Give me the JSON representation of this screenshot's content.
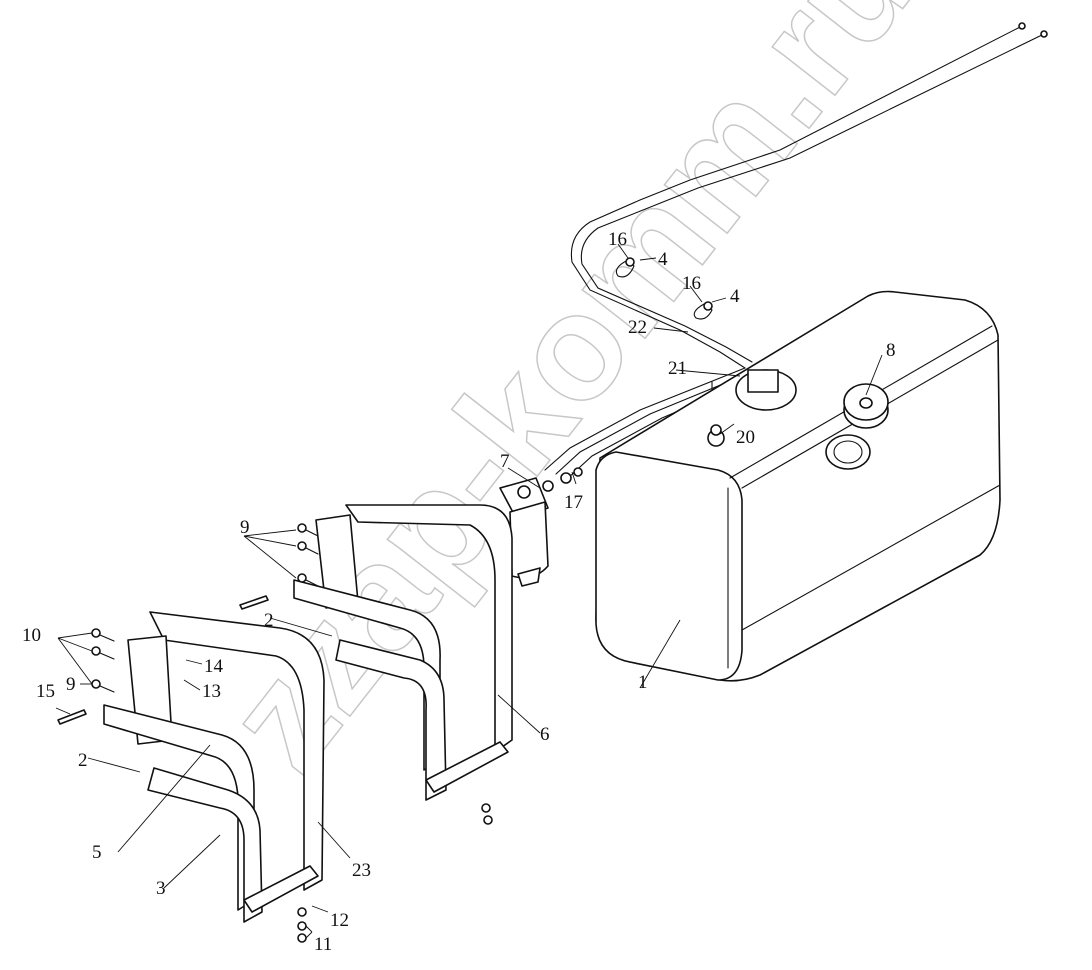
{
  "watermark": "zzap-komm.ru",
  "callouts": {
    "c1": "1",
    "c2a": "2",
    "c2b": "2",
    "c3": "3",
    "c4a": "4",
    "c4b": "4",
    "c5": "5",
    "c6": "6",
    "c7": "7",
    "c8": "8",
    "c9a": "9",
    "c9b": "9",
    "c10": "10",
    "c11": "11",
    "c12": "12",
    "c13": "13",
    "c14": "14",
    "c15": "15",
    "c16a": "16",
    "c16b": "16",
    "c17": "17",
    "c20": "20",
    "c21": "21",
    "c22": "22",
    "c23": "23"
  }
}
